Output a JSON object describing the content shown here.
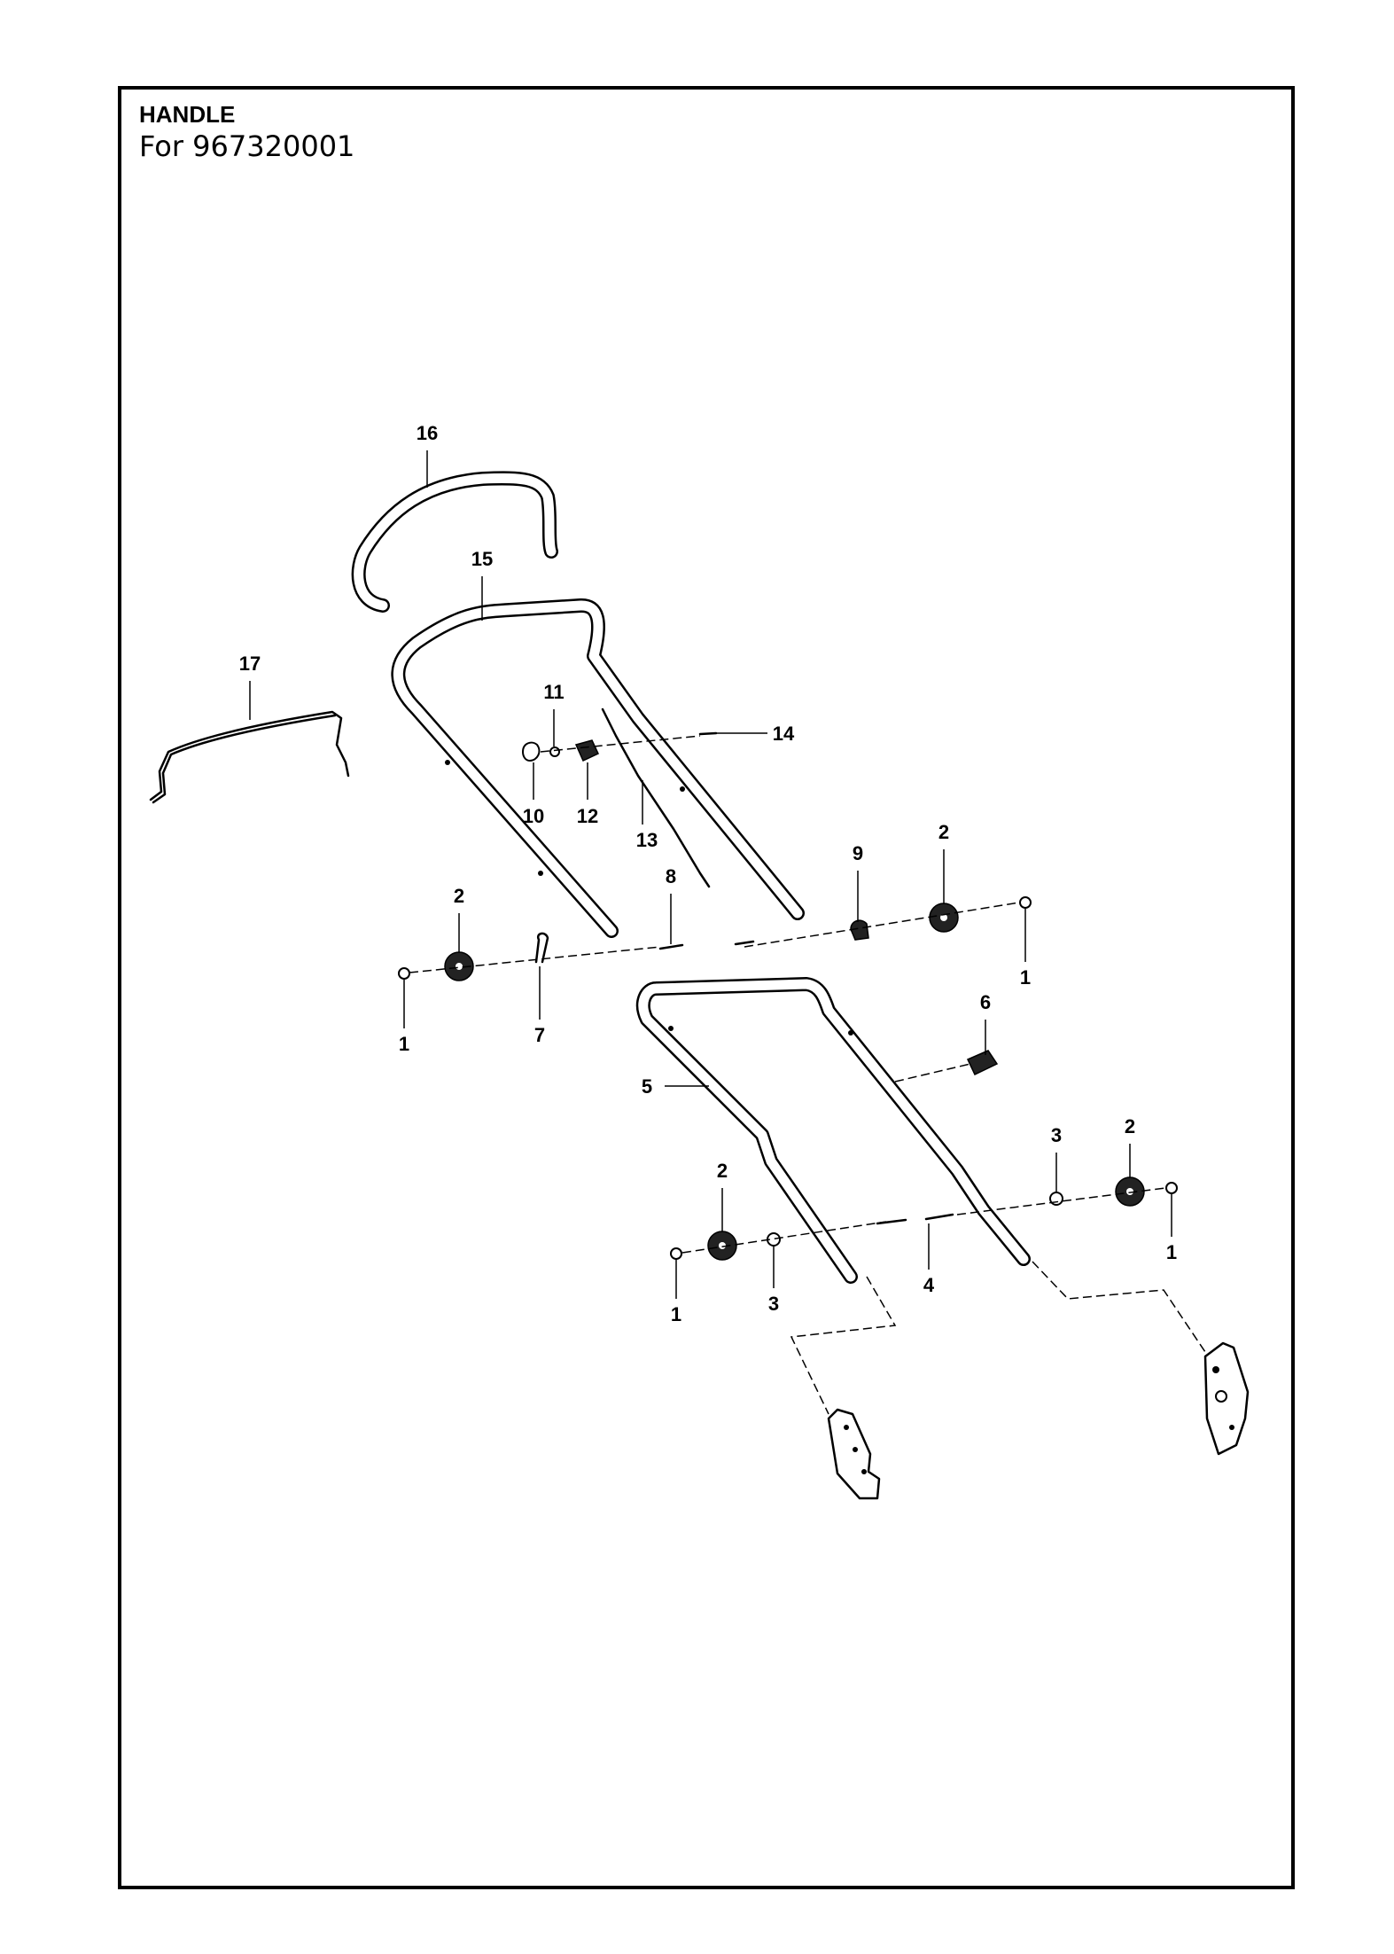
{
  "header": {
    "title": "HANDLE",
    "subtitle": "For 967320001"
  },
  "callouts": {
    "c16": "16",
    "c15": "15",
    "c17": "17",
    "c11": "11",
    "c14": "14",
    "c10": "10",
    "c12": "12",
    "c13": "13",
    "c9": "9",
    "c2a": "2",
    "c8": "8",
    "c2b": "2",
    "c1a": "1",
    "c1b": "1",
    "c7": "7",
    "c6": "6",
    "c5": "5",
    "c3a": "3",
    "c2c": "2",
    "c2d": "2",
    "c1c": "1",
    "c4": "4",
    "c1d": "1",
    "c3b": "3"
  }
}
